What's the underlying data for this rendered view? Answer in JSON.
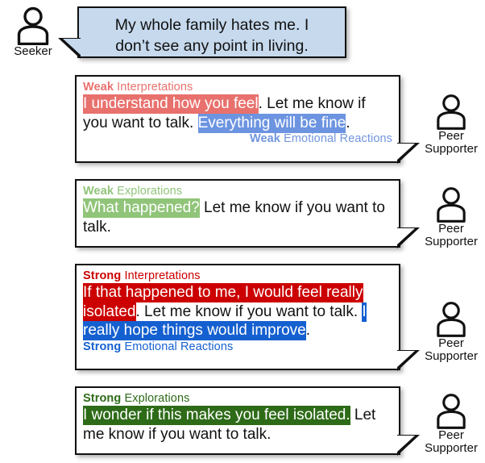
{
  "participants": {
    "seeker": {
      "label": "Seeker",
      "icon": "person-icon"
    },
    "peer": {
      "line1": "Peer",
      "line2": "Supporter",
      "icon": "person-icon"
    }
  },
  "colors": {
    "seeker_bubble_fill": "#c6d9ed",
    "bubble_border": "#111111",
    "weak_interpretations": "#e8716d",
    "weak_emotional_reactions": "#6d94e0",
    "weak_emotional_reactions_label": "#7296de",
    "weak_explorations": "#90c479",
    "strong_interpretations": "#cc0000",
    "strong_emotional_reactions": "#1560d0",
    "strong_explorations": "#2e6b18"
  },
  "seeker_message": {
    "line1": "My whole family hates me. I",
    "line2": "don’t see any point in living."
  },
  "responses": [
    {
      "id": "weak-interpretations",
      "top_label": {
        "level": "Weak",
        "strategy": "Interpretations",
        "color_key": "weak_interpretations"
      },
      "bottom_label": {
        "level": "Weak",
        "strategy": "Emotional Reactions",
        "color_key": "weak_emotional_reactions_label"
      },
      "segments": [
        {
          "text": "I understand how you feel",
          "style": "hl-weak-interp"
        },
        {
          "text": ". Let me know if you want to talk. ",
          "style": "plain"
        },
        {
          "text": "Everything will be fine",
          "style": "hl-weak-emot"
        },
        {
          "text": ".",
          "style": "plain"
        }
      ]
    },
    {
      "id": "weak-explorations",
      "top_label": {
        "level": "Weak",
        "strategy": "Explorations",
        "color_key": "weak_explorations"
      },
      "bottom_label": null,
      "segments": [
        {
          "text": "What happened?",
          "style": "hl-weak-expl"
        },
        {
          "text": " Let me know if you want to talk.",
          "style": "plain"
        }
      ]
    },
    {
      "id": "strong-interpretations",
      "top_label": {
        "level": "Strong",
        "strategy": "Interpretations",
        "color_key": "strong_interpretations"
      },
      "bottom_label": {
        "level": "Strong",
        "strategy": "Emotional Reactions",
        "color_key": "strong_emotional_reactions"
      },
      "segments": [
        {
          "text": "If that happened to me, I would feel really isolated",
          "style": "hl-strong-interp"
        },
        {
          "text": ". Let me know if you want to talk. ",
          "style": "plain"
        },
        {
          "text": "I really hope things would improve",
          "style": "hl-strong-emot"
        },
        {
          "text": ".",
          "style": "plain"
        }
      ]
    },
    {
      "id": "strong-explorations",
      "top_label": {
        "level": "Strong",
        "strategy": "Explorations",
        "color_key": "strong_explorations"
      },
      "bottom_label": null,
      "segments": [
        {
          "text": "I wonder if this makes you feel isolated.",
          "style": "hl-strong-expl"
        },
        {
          "text": " Let me know if you want to talk.",
          "style": "plain"
        }
      ]
    }
  ]
}
